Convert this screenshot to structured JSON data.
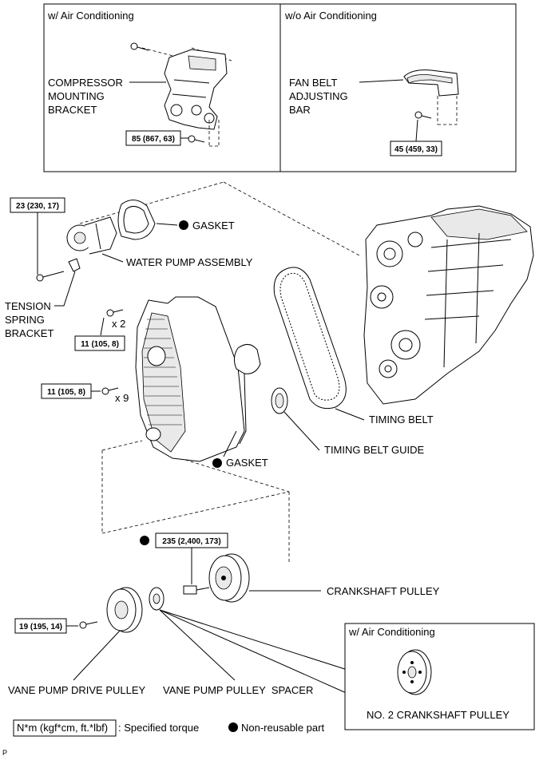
{
  "panel_ac": {
    "title": "w/ Air Conditioning",
    "label": [
      "COMPRESSOR",
      "MOUNTING",
      "BRACKET"
    ],
    "torque": "85 (867, 63)"
  },
  "panel_no_ac": {
    "title": "w/o Air Conditioning",
    "label": [
      "FAN BELT",
      "ADJUSTING",
      "BAR"
    ],
    "torque": "45 (459, 33)"
  },
  "water_pump": {
    "torque": "23 (230, 17)",
    "gasket_label": "GASKET",
    "assembly_label": "WATER PUMP ASSEMBLY"
  },
  "tension_bracket": {
    "label": [
      "TENSION",
      "SPRING",
      "BRACKET"
    ]
  },
  "cover_bolts": {
    "upper_torque": "11 (105, 8)",
    "upper_qty": "x 2",
    "lower_torque": "11 (105, 8)",
    "lower_qty": "x 9"
  },
  "cover_gasket": {
    "label": "GASKET"
  },
  "timing_belt": {
    "label": "TIMING BELT"
  },
  "timing_belt_guide": {
    "label": "TIMING BELT GUIDE"
  },
  "crankshaft_bolt": {
    "torque": "235 (2,400, 173)"
  },
  "crankshaft_pulley": {
    "label": "CRANKSHAFT PULLEY"
  },
  "vane_pump": {
    "torque": "19 (195, 14)",
    "drive_pulley_label": "VANE PUMP DRIVE PULLEY",
    "pulley_spacer_label": "VANE PUMP PULLEY  SPACER"
  },
  "panel_ac_bottom": {
    "title": "w/ Air Conditioning",
    "label": "NO. 2 CRANKSHAFT PULLEY"
  },
  "legend": {
    "torque_key": "N*m (kgf*cm, ft.*lbf)",
    "torque_text": ": Specified torque",
    "nonreusable_text": "Non-reusable part"
  },
  "corner_mark": "P"
}
